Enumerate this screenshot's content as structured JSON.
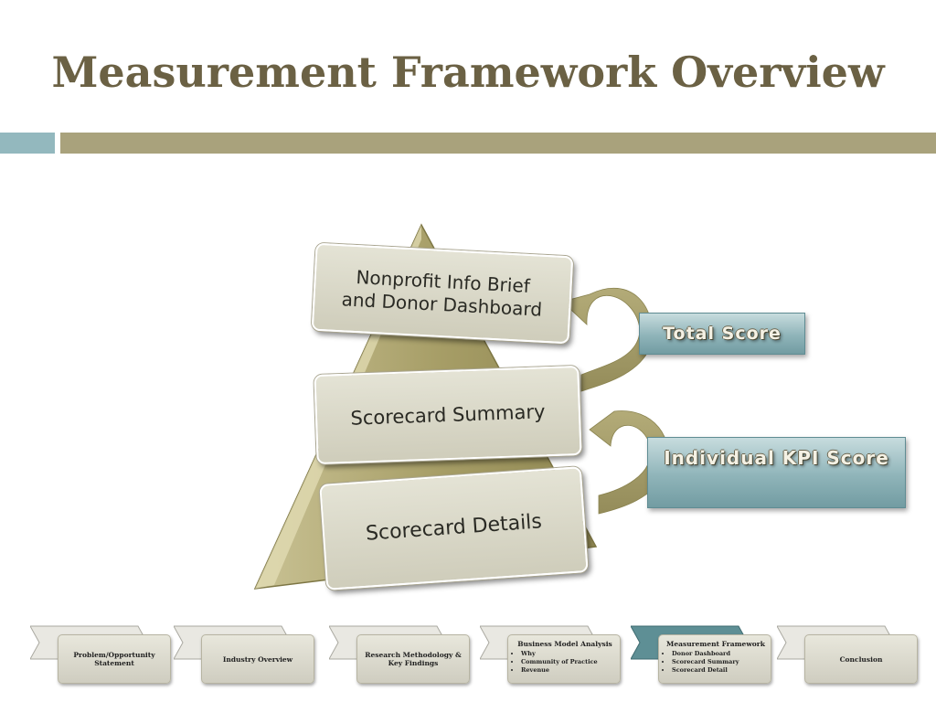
{
  "slide": {
    "title": "Measurement Framework Overview"
  },
  "pyramid": {
    "tiers": [
      {
        "label_line1": "Nonprofit Info Brief",
        "label_line2": "and Donor Dashboard"
      },
      {
        "label": "Scorecard Summary"
      },
      {
        "label": "Scorecard Details"
      }
    ]
  },
  "callouts": {
    "total_score": "Total Score",
    "kpi_score": "Individual KPI Score"
  },
  "nav": {
    "items": [
      {
        "label": "Problem/Opportunity Statement",
        "active": false
      },
      {
        "label": "Industry Overview",
        "active": false
      },
      {
        "label": "Research Methodology & Key Findings",
        "active": false
      },
      {
        "label": "Business Model Analysis",
        "bullets": [
          "Why",
          "Community of Practice",
          "Revenue"
        ],
        "active": false
      },
      {
        "label": "Measurement Framework",
        "bullets": [
          "Donor Dashboard",
          "Scorecard Summary",
          "Scorecard Detail"
        ],
        "active": true
      },
      {
        "label": "Conclusion",
        "active": false
      }
    ]
  },
  "colors": {
    "title": "#6b6144",
    "accent_teal": "#93b8be",
    "accent_olive": "#a9a27c",
    "pyramid_gold": "#b3ab78",
    "active_chevron": "#5e8f95"
  }
}
